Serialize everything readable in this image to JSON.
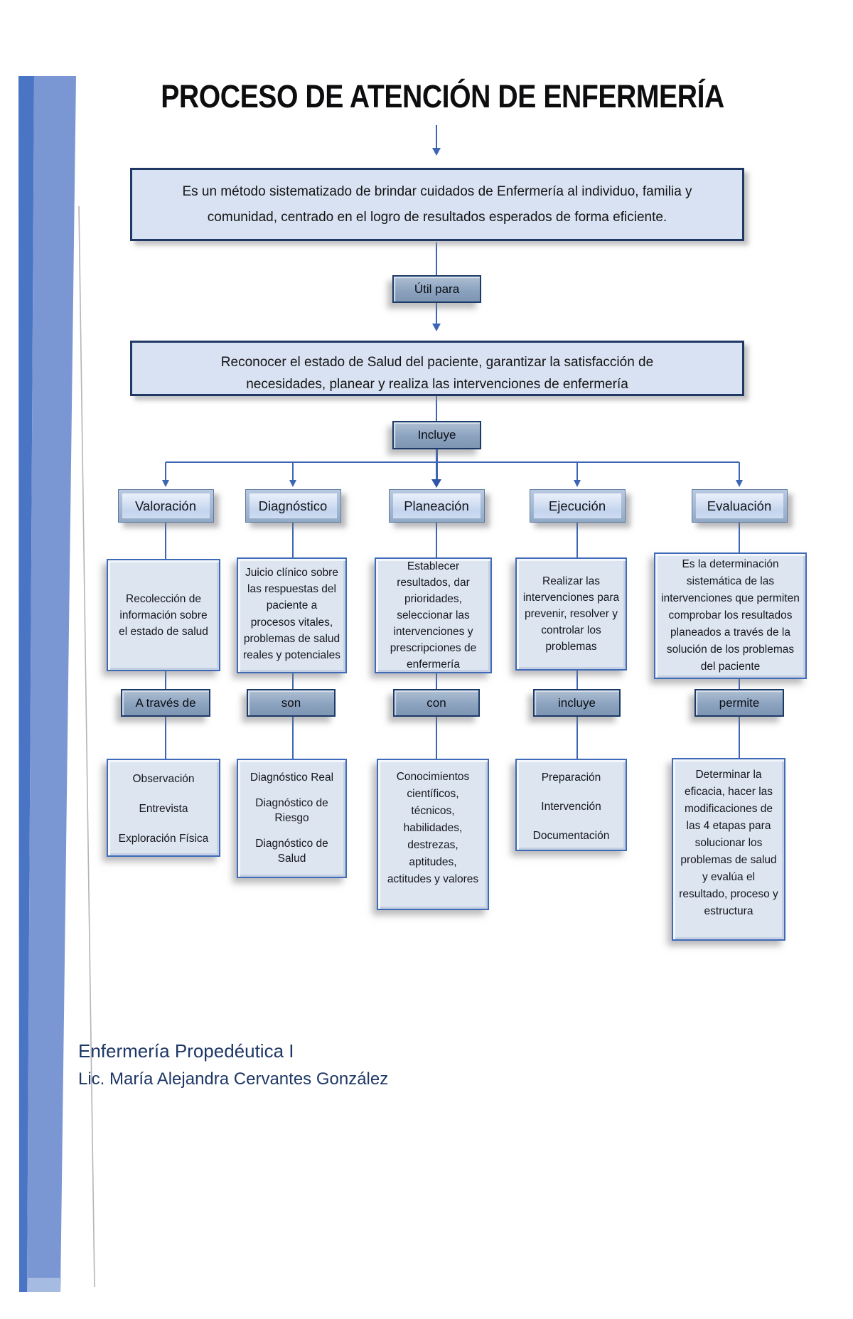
{
  "title": "PROCESO DE ATENCIÓN DE ENFERMERÍA",
  "definition_box": "Es un método sistematizado de brindar cuidados de Enfermería al individuo, familia y comunidad, centrado en el logro de resultados esperados de forma eficiente.",
  "util_para_label": "Útil para",
  "purpose_box": "Reconocer el estado de Salud del paciente, garantizar la satisfacción de necesidades, planear y realiza las intervenciones de enfermería",
  "incluye_label": "Incluye",
  "stages": [
    {
      "name": "Valoración",
      "description": "Recolección de información sobre el estado de salud",
      "connector": "A través de",
      "details": [
        "Observación",
        "Entrevista",
        "Exploración Física"
      ]
    },
    {
      "name": "Diagnóstico",
      "description": "Juicio clínico sobre las respuestas del paciente a procesos vitales, problemas de salud reales y potenciales",
      "connector": "son",
      "details": [
        "Diagnóstico Real",
        "Diagnóstico de Riesgo",
        "Diagnóstico de Salud"
      ]
    },
    {
      "name": "Planeación",
      "description": "Establecer resultados, dar prioridades, seleccionar las intervenciones y prescripciones de enfermería",
      "connector": "con",
      "details": [
        "Conocimientos científicos, técnicos, habilidades, destrezas, aptitudes, actitudes y valores"
      ]
    },
    {
      "name": "Ejecución",
      "description": "Realizar las intervenciones para prevenir, resolver y controlar los problemas",
      "connector": "incluye",
      "details": [
        "Preparación",
        "Intervención",
        "Documentación"
      ]
    },
    {
      "name": "Evaluación",
      "description": "Es la determinación sistemática de las intervenciones que permiten comprobar los resultados planeados a través de la solución de los problemas del paciente",
      "connector": "permite",
      "details": [
        "Determinar la eficacia, hacer las modificaciones de las 4 etapas para solucionar los problemas de salud y evalúa el resultado, proceso y estructura"
      ]
    }
  ],
  "footer": {
    "course": "Enfermería Propedéutica I",
    "instructor": "Lic. María Alejandra Cervantes González"
  },
  "colors": {
    "arrow_blue": "#3c66b5",
    "dark_navy_border": "#1f3864",
    "panel_fill": "#dde5f1",
    "panel_border": "#3f6ab8",
    "connector_fill": "#8ca3bf",
    "ribbon_dark": "#4a74c4",
    "ribbon_light": "#7b97d3",
    "footer_text": "#1e3765"
  }
}
